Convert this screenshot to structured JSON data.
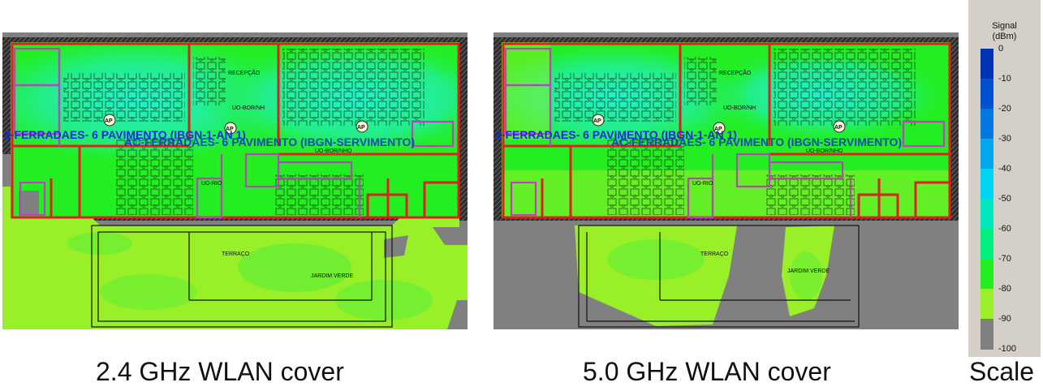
{
  "captions": {
    "left": "2.4 GHz WLAN cover",
    "middle": "5.0 GHz WLAN cover",
    "right": "Scale"
  },
  "scale": {
    "title_line1": "Signal",
    "title_line2": "(dBm)",
    "ticks": [
      "0",
      "-10",
      "-20",
      "-30",
      "-40",
      "-50",
      "-60",
      "-70",
      "-80",
      "-90",
      "-100"
    ],
    "colors": [
      "#0033b3",
      "#0050d0",
      "#0078e0",
      "#00a8f0",
      "#00d4f4",
      "#00e8c0",
      "#00f080",
      "#22ee22",
      "#99f028",
      "#808080",
      "#808080"
    ]
  },
  "maps": {
    "map1": {
      "ap_label": "AP",
      "ap_text": "2-FERRADAES- 6 PAVIMENTO (IBGN-1-AN 1)",
      "ap_text2": "AC-FERRADAES- 6 PAVIMENTO (IBGN-SERVIMENTO)",
      "room_labels": [
        "RECEPÇÃO",
        "UO-BOR/NH",
        "UO-BOR/NHO",
        "UO-RIO",
        "TERRAÇO",
        "JARDIM VERDE"
      ]
    },
    "map2": {
      "ap_label": "AP",
      "ap_text": "2-FERRADAES- 6 PAVIMENTO (IBGN-1-AN 1)",
      "ap_text2": "AC-FERRADAES- 6 PAVIMENTO (IBGN-SERVIMENTO)",
      "room_labels": [
        "RECEPÇÃO",
        "UO-BOR/NH",
        "UO-BOR/NHO",
        "UO-RIO",
        "TERRAÇO",
        "JARDIM VERDE"
      ]
    }
  },
  "colors": {
    "dark_bg": "#3a3a3a",
    "gray_area": "#808080",
    "strong_green": "#22ee22",
    "light_green": "#99f028",
    "cyan": "#22f0d0",
    "wall_red": "#e02020",
    "wall_magenta": "#c040c0",
    "ap_blue": "#1a2bd8"
  }
}
